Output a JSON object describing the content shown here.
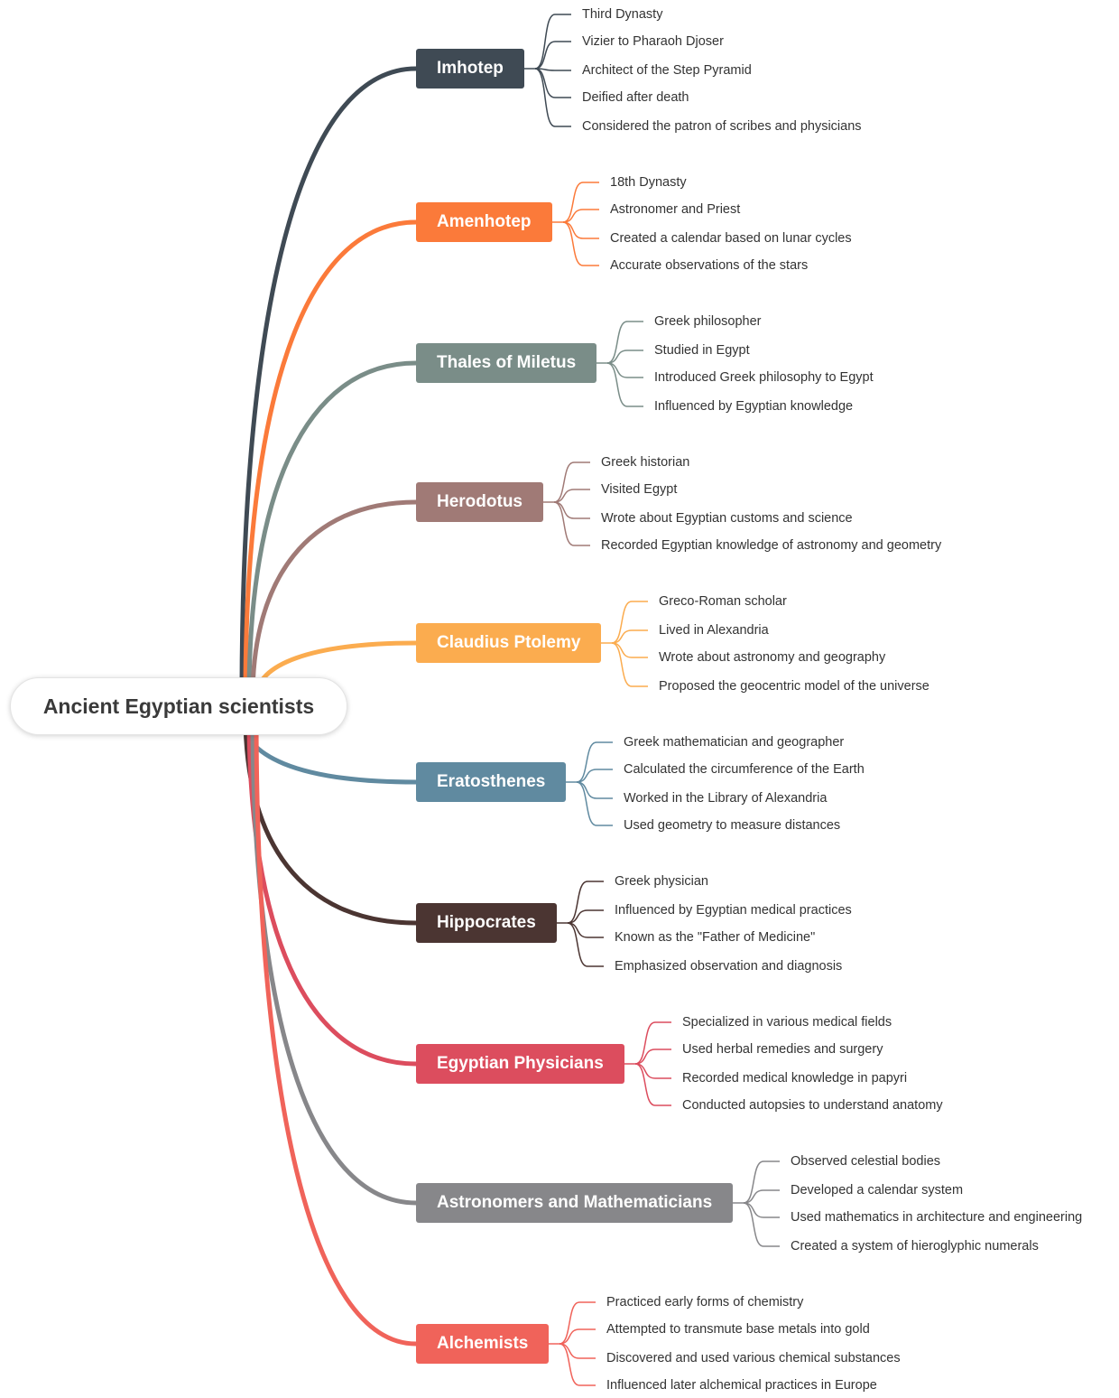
{
  "root": {
    "label": "Ancient Egyptian scientists"
  },
  "branches": [
    {
      "label": "Imhotep",
      "color": "#3f4a54",
      "children": [
        "Third Dynasty",
        "Vizier to Pharaoh Djoser",
        "Architect of the Step Pyramid",
        "Deified after death",
        "Considered the patron of scribes and physicians"
      ]
    },
    {
      "label": "Amenhotep",
      "color": "#fb7a3a",
      "children": [
        "18th Dynasty",
        "Astronomer and Priest",
        "Created a calendar based on lunar cycles",
        "Accurate observations of the stars"
      ]
    },
    {
      "label": "Thales of Miletus",
      "color": "#7a8d88",
      "children": [
        "Greek philosopher",
        "Studied in Egypt",
        "Introduced Greek philosophy to Egypt",
        "Influenced by Egyptian knowledge"
      ]
    },
    {
      "label": "Herodotus",
      "color": "#a07a76",
      "children": [
        "Greek historian",
        "Visited Egypt",
        "Wrote about Egyptian customs and science",
        "Recorded Egyptian knowledge of astronomy and geometry"
      ]
    },
    {
      "label": "Claudius Ptolemy",
      "color": "#fbac4f",
      "children": [
        "Greco-Roman scholar",
        "Lived in Alexandria",
        "Wrote about astronomy and geography",
        "Proposed the geocentric model of the universe"
      ]
    },
    {
      "label": "Eratosthenes",
      "color": "#608aa0",
      "children": [
        "Greek mathematician and geographer",
        "Calculated the circumference of the Earth",
        "Worked in the Library of Alexandria",
        "Used geometry to measure distances"
      ]
    },
    {
      "label": "Hippocrates",
      "color": "#4b3532",
      "children": [
        "Greek physician",
        "Influenced by Egyptian medical practices",
        "Known as the \"Father of Medicine\"",
        "Emphasized observation and diagnosis"
      ]
    },
    {
      "label": "Egyptian Physicians",
      "color": "#dc4d5e",
      "children": [
        "Specialized in various medical fields",
        "Used herbal remedies and surgery",
        "Recorded medical knowledge in papyri",
        "Conducted autopsies to understand anatomy"
      ]
    },
    {
      "label": "Astronomers and Mathematicians",
      "color": "#87878a",
      "children": [
        "Observed celestial bodies",
        "Developed a calendar system",
        "Used mathematics in architecture and engineering",
        "Created a system of hieroglyphic numerals"
      ]
    },
    {
      "label": "Alchemists",
      "color": "#f0635a",
      "children": [
        "Practiced early forms of chemistry",
        "Attempted to transmute base metals into gold",
        "Discovered and used various chemical substances",
        "Influenced later alchemical practices in Europe"
      ]
    }
  ]
}
